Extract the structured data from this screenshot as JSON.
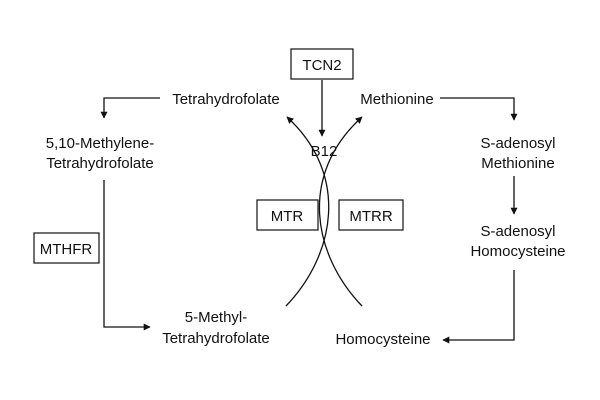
{
  "nodes": {
    "tetrahydrofolate": "Tetrahydrofolate",
    "methionine": "Methionine",
    "methylene_line1": "5,10-Methylene-",
    "methylene_line2": "Tetrahydrofolate",
    "sam_line1": "S-adenosyl",
    "sam_line2": "Methionine",
    "sah_line1": "S-adenosyl",
    "sah_line2": "Homocysteine",
    "methyl_line1": "5-Methyl-",
    "methyl_line2": "Tetrahydrofolate",
    "homocysteine": "Homocysteine",
    "b12": "B12"
  },
  "enzymes": {
    "tcn2": "TCN2",
    "mtr": "MTR",
    "mtrr": "MTRR",
    "mthfr": "MTHFR"
  },
  "colors": {
    "ink": "#111111",
    "background": "#ffffff"
  }
}
